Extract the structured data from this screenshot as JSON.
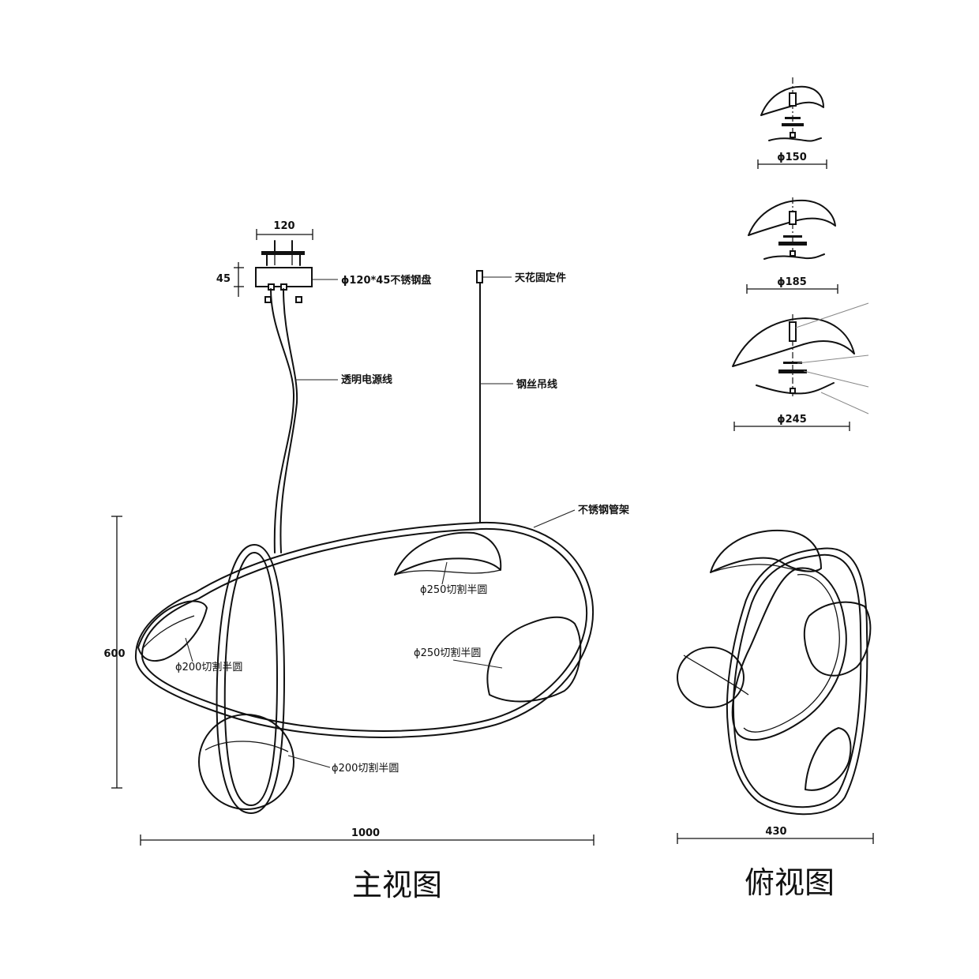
{
  "front_view": {
    "title": "主视图",
    "canopy_width": "120",
    "canopy_height": "45",
    "canopy_label": "ϕ120*45不锈钢盘",
    "ceiling_fixture_label": "天花固定件",
    "power_cord_label": "透明电源线",
    "wire_label": "钢丝吊线",
    "frame_label": "不锈钢管架",
    "shade_top_label": "ϕ250切割半圆",
    "shade_right_label": "ϕ250切割半圆",
    "shade_left_label": "ϕ200切割半圆",
    "shade_bottom_label": "ϕ200切割半圆",
    "height": "600",
    "width": "1000"
  },
  "top_view": {
    "title": "俯视图",
    "width": "430"
  },
  "details": {
    "small": "ϕ150",
    "medium": "ϕ185",
    "large": "ϕ245"
  }
}
